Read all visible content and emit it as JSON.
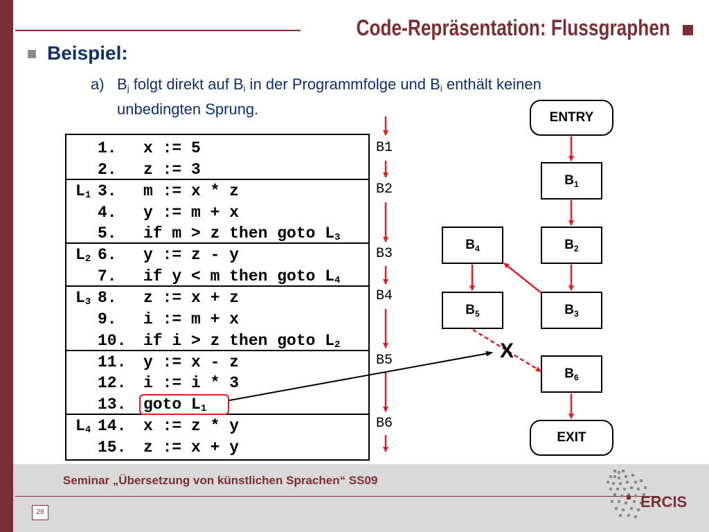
{
  "slide": {
    "title": "Code-Repräsentation: Flussgraphen",
    "heading": "Beispiel:",
    "item_a": {
      "marker": "a)",
      "parts": [
        "B",
        "j",
        " folgt direkt auf B",
        "i",
        " in der Programmfolge und B",
        "i",
        " enthält keinen"
      ],
      "line2": "unbedingten Sprung."
    }
  },
  "code": {
    "lines": [
      {
        "label": "",
        "label_sub": "",
        "num": "1.",
        "text": "x := 5",
        "text_sub": ""
      },
      {
        "label": "",
        "label_sub": "",
        "num": "2.",
        "text": "z := 3",
        "text_sub": ""
      },
      {
        "label": "L",
        "label_sub": "1",
        "num": "3.",
        "text": "m := x * z",
        "text_sub": ""
      },
      {
        "label": "",
        "label_sub": "",
        "num": "4.",
        "text": "y := m + x",
        "text_sub": ""
      },
      {
        "label": "",
        "label_sub": "",
        "num": "5.",
        "text": "if m > z then goto L",
        "text_sub": "3"
      },
      {
        "label": "L",
        "label_sub": "2",
        "num": "6.",
        "text": "y := z - y",
        "text_sub": ""
      },
      {
        "label": "",
        "label_sub": "",
        "num": "7.",
        "text": "if y < m then goto L",
        "text_sub": "4"
      },
      {
        "label": "L",
        "label_sub": "3",
        "num": "8.",
        "text": "z := x + z",
        "text_sub": ""
      },
      {
        "label": "",
        "label_sub": "",
        "num": "9.",
        "text": "i := m + x",
        "text_sub": ""
      },
      {
        "label": "",
        "label_sub": "",
        "num": "10.",
        "text": "if i > z then goto L",
        "text_sub": "2"
      },
      {
        "label": "",
        "label_sub": "",
        "num": "11.",
        "text": "y := x - z",
        "text_sub": ""
      },
      {
        "label": "",
        "label_sub": "",
        "num": "12.",
        "text": "i := i * 3",
        "text_sub": ""
      },
      {
        "label": "",
        "label_sub": "",
        "num": "13.",
        "text": "goto L",
        "text_sub": "1"
      },
      {
        "label": "L",
        "label_sub": "4",
        "num": "14.",
        "text": "x := z * y",
        "text_sub": ""
      },
      {
        "label": "",
        "label_sub": "",
        "num": "15.",
        "text": "z := x + y",
        "text_sub": ""
      }
    ],
    "highlighted_line": "13"
  },
  "blocks": [
    "B1",
    "B2",
    "B3",
    "B4",
    "B5",
    "B6"
  ],
  "graph": {
    "entry": "ENTRY",
    "exit": "EXIT",
    "node_letter": "B",
    "nodes": [
      "1",
      "2",
      "3",
      "4",
      "5",
      "6"
    ],
    "removed_edge_mark": "X"
  },
  "footer": {
    "text": "Seminar „Übersetzung von künstlichen Sprachen“ SS09",
    "page": "28",
    "logo": "ERCIS"
  },
  "colors": {
    "primary": "#7a2e37",
    "text_blue": "#102f6b",
    "arrow_red": "#e31b23",
    "footer_bg": "#d9d9d9"
  }
}
